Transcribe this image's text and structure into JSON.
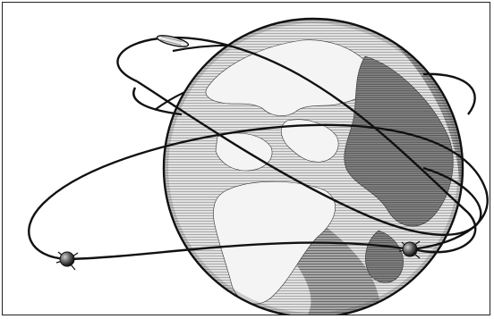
{
  "illustration": {
    "subject": "globe-with-orbiting-satellites",
    "colors": {
      "paper": "#ffffff",
      "ink": "#111111",
      "ocean_light": "#d6d6d6",
      "ocean_dark": "#8f8f8f",
      "land_light": "#f4f4f4",
      "land_dark": "#7a7a7a",
      "frame": "#222222"
    },
    "objects": [
      {
        "kind": "planet",
        "icon": "globe-icon"
      },
      {
        "kind": "satellite",
        "icon": "satellite-icon",
        "count": 2
      },
      {
        "kind": "rocket",
        "icon": "rocket-icon",
        "count": 1
      },
      {
        "kind": "orbit",
        "icon": "orbit-ring-icon",
        "count": 3
      }
    ]
  }
}
